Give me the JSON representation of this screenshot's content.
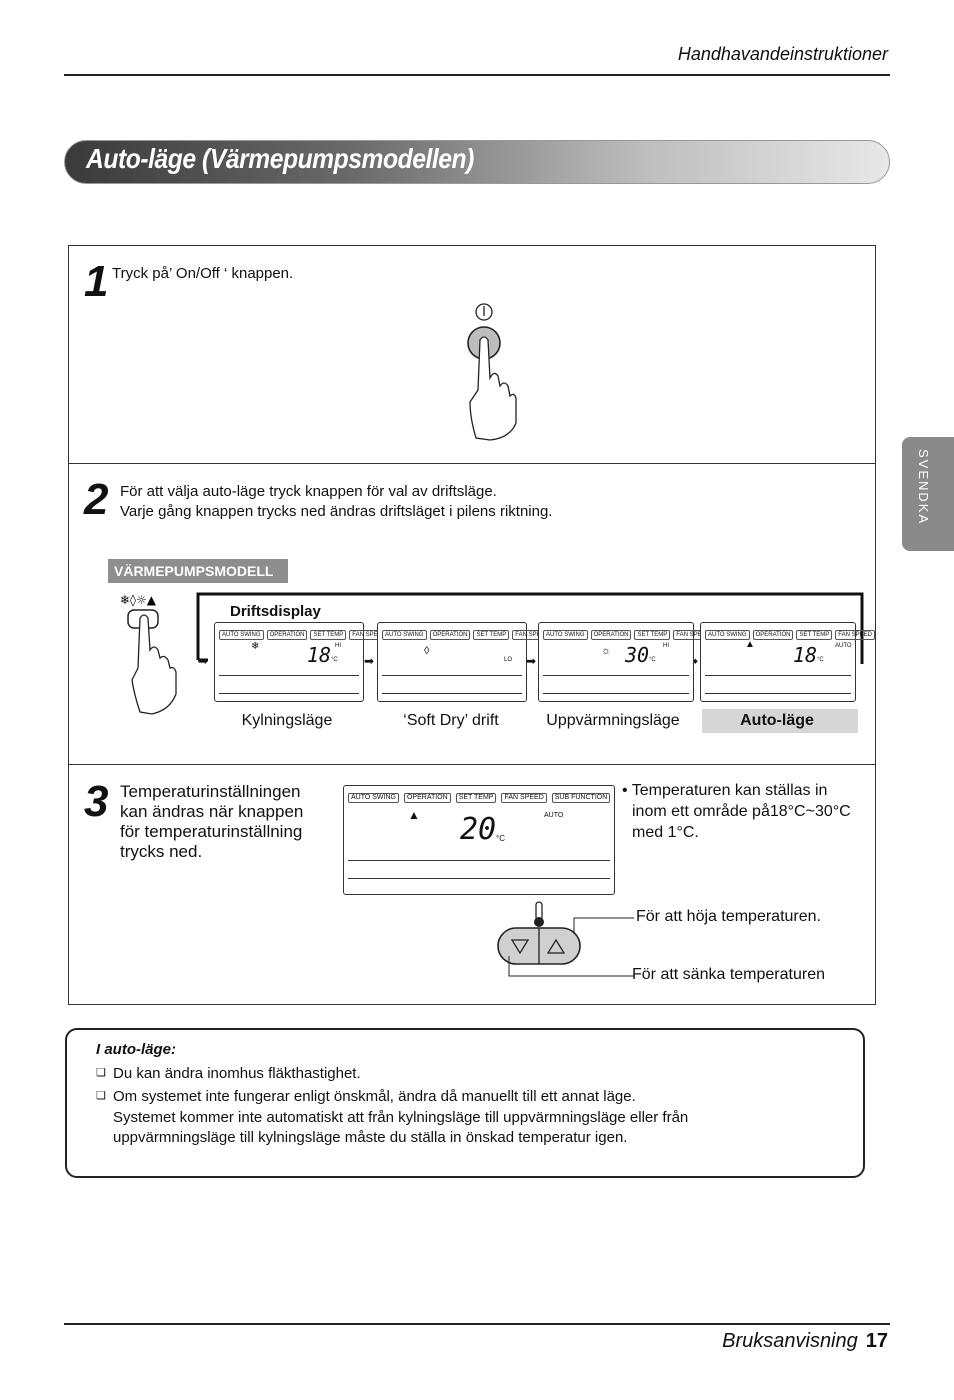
{
  "header": {
    "title": "Handhavandeinstruktioner"
  },
  "section_title": "Auto-läge (Värmepumpsmodellen)",
  "side_tab": "SVENDKA",
  "step1": {
    "num": "1",
    "text": "Tryck på’ On/Off ‘ knappen."
  },
  "step2": {
    "num": "2",
    "line1": "För att välja auto-läge tryck knappen för val av driftsläge.",
    "line2": "Varje gång knappen trycks ned ändras driftsläget i pilens riktning.",
    "badge": "VÄRMEPUMPSMODELL",
    "display_caption": "Driftsdisplay",
    "lcd_tags": [
      "AUTO SWING",
      "OPERATION",
      "SET TEMP",
      "FAN SPEED"
    ],
    "modes": [
      {
        "label": "Kylningsläge",
        "temp": "18",
        "fan": "HI",
        "unit": "°C"
      },
      {
        "label": "‘Soft Dry’ drift",
        "temp": "",
        "fan": "LO",
        "unit": ""
      },
      {
        "label": "Uppvärmningsläge",
        "temp": "30",
        "fan": "HI",
        "unit": "°C"
      },
      {
        "label": "Auto-läge",
        "temp": "18",
        "fan": "AUTO",
        "unit": "°C"
      }
    ]
  },
  "step3": {
    "num": "3",
    "text_lines": [
      "Temperaturinställningen",
      "kan ändras när knappen",
      "för temperaturinställning",
      "trycks ned."
    ],
    "lcd_tags": [
      "AUTO SWING",
      "OPERATION",
      "SET TEMP",
      "FAN SPEED",
      "SUB FUNCTION"
    ],
    "lcd_temp": "20",
    "lcd_unit": "°C",
    "lcd_fan": "AUTO",
    "bullet_lines": [
      "• Temperaturen kan ställas in",
      "inom ett område på18°C~30°C",
      "med 1°C."
    ],
    "raise_label": "För att höja temperaturen.",
    "lower_label": "För att sänka temperaturen"
  },
  "note": {
    "title": "I auto-läge:",
    "item1": "Du kan ändra inomhus fläkthastighet.",
    "item2_lines": [
      "Om systemet inte fungerar enligt önskmål, ändra då manuellt till ett annat läge.",
      "Systemet kommer inte automatiskt att från kylningsläge till uppvärmningsläge eller från",
      "uppvärmningsläge till kylningsläge måste du ställa in önskad temperatur igen."
    ]
  },
  "footer": {
    "title": "Bruksanvisning",
    "page": "17"
  }
}
